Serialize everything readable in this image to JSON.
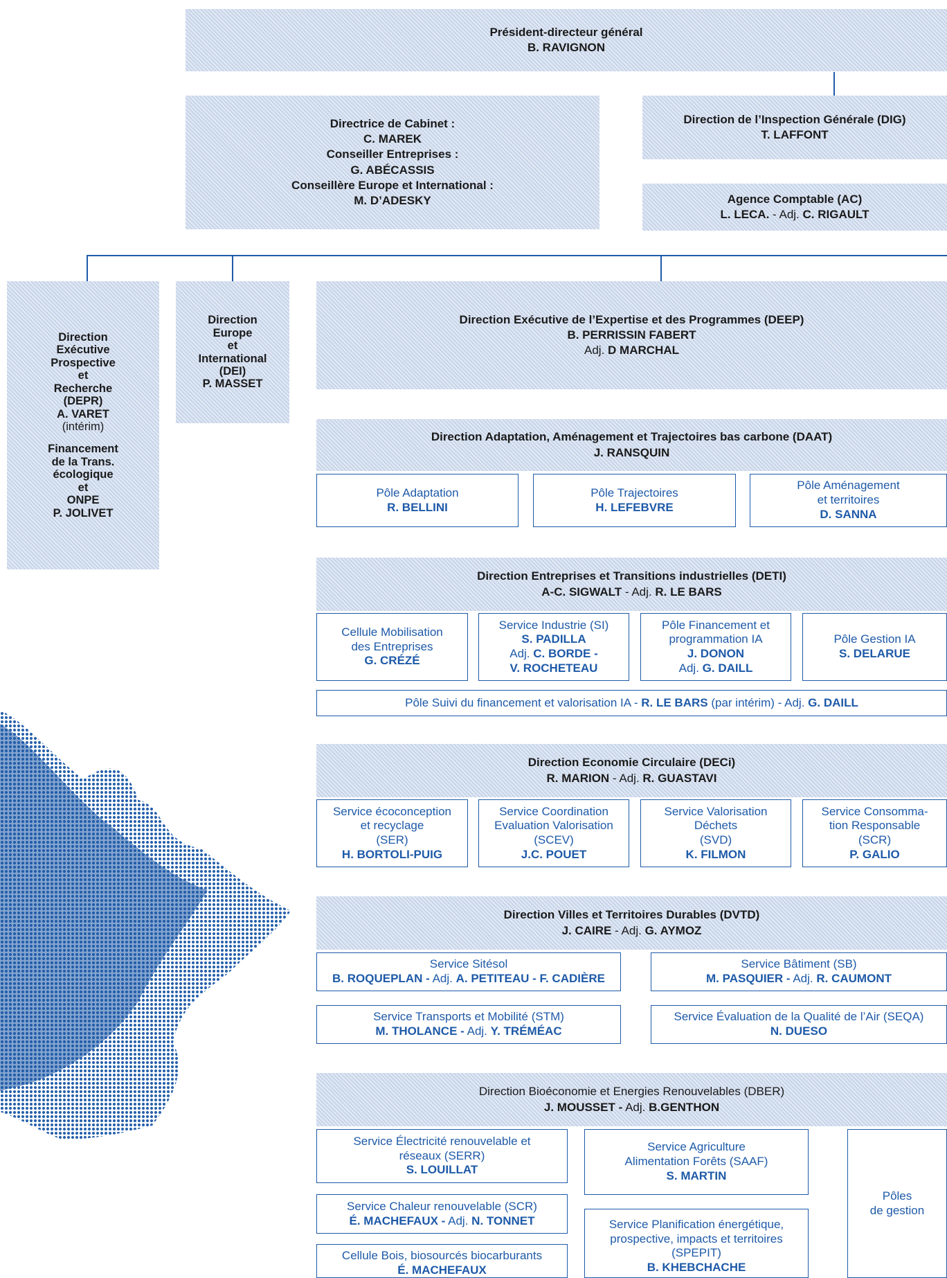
{
  "pdg": {
    "title": "Président-directeur général",
    "name": "B. RAVIGNON"
  },
  "cabinet": {
    "l1": "Directrice de Cabinet :",
    "l2": "C. MAREK",
    "l3": "Conseiller Entreprises :",
    "l4": "G. ABÉCASSIS",
    "l5": "Conseillère Europe et International :",
    "l6": "M. D’ADESKY"
  },
  "dig": {
    "title": "Direction de l’Inspection Générale (DIG)",
    "name": "T. LAFFONT"
  },
  "ac": {
    "title": "Agence Comptable (AC)",
    "name": "L. LECA.",
    "sep": " - ",
    "adj": "Adj.",
    "adj_name": "C. RIGAULT"
  },
  "depr": {
    "t1": "Direction",
    "t2": "Exécutive",
    "t3": "Prospective",
    "t4": "et",
    "t5": "Recherche",
    "t6": "(DEPR)",
    "name": "A. VARET",
    "note": "(intérim)",
    "f1": "Financement",
    "f2": "de la Trans.",
    "f3": "écologique",
    "f4": "et",
    "f5": "ONPE",
    "name2": "P. JOLIVET"
  },
  "dei": {
    "t1": "Direction",
    "t2": "Europe",
    "t3": "et",
    "t4": "International",
    "t5": "(DEI)",
    "name": "P. MASSET"
  },
  "deep": {
    "title": "Direction Exécutive de l’Expertise et des Programmes (DEEP)",
    "name": "B. PERRISSIN FABERT",
    "adj": "Adj.",
    "adj_name": "D MARCHAL"
  },
  "daat": {
    "title": "Direction Adaptation, Aménagement et Trajectoires bas carbone (DAAT)",
    "name": "J. RANSQUIN",
    "poles": [
      {
        "l1": "Pôle Adaptation",
        "name": "R. BELLINI"
      },
      {
        "l1": "Pôle Trajectoires",
        "name": "H. LEFEBVRE"
      },
      {
        "l1": "Pôle Aménagement",
        "l2": "et territoires",
        "name": "D. SANNA"
      }
    ]
  },
  "deti": {
    "title": "Direction Entreprises et Transitions industrielles (DETI)",
    "name": "A-C. SIGWALT",
    "sep": " - ",
    "adj": "Adj.",
    "adj_name": "R. LE BARS",
    "units": [
      {
        "l1": "Cellule Mobilisation",
        "l2": "des Entreprises",
        "name": "G. CRÉZÉ"
      },
      {
        "l1": "Service Industrie (SI)",
        "name": "S. PADILLA",
        "adj": "Adj.",
        "adj_name": "C. BORDE -",
        "name2": "V. ROCHETEAU"
      },
      {
        "l1": "Pôle Financement et",
        "l2": "programmation IA",
        "name": "J. DONON",
        "adj": "Adj.",
        "adj_name": "G. DAILL"
      },
      {
        "l1": "Pôle Gestion IA",
        "name": "S. DELARUE"
      }
    ],
    "suivi": {
      "l1": "Pôle Suivi du financement et valorisation IA - ",
      "name": "R. LE BARS",
      "mid": " (par intérim) - Adj. ",
      "adj_name": "G. DAILL"
    }
  },
  "deci": {
    "title": "Direction Economie Circulaire (DECi)",
    "name": "R. MARION",
    "sep": " - ",
    "adj": "Adj.",
    "adj_name": "R. GUASTAVI",
    "units": [
      {
        "l1": "Service écoconception",
        "l2": "et recyclage",
        "l3": "(SER)",
        "name": "H. BORTOLI-PUIG"
      },
      {
        "l1": "Service Coordination",
        "l2": "Evaluation Valorisation",
        "l3": "(SCEV)",
        "name": "J.C. POUET"
      },
      {
        "l1": "Service Valorisation",
        "l2": "Déchets",
        "l3": "(SVD)",
        "name": "K. FILMON"
      },
      {
        "l1": "Service Consomma-",
        "l2": "tion Responsable",
        "l3": "(SCR)",
        "name": "P. GALIO"
      }
    ]
  },
  "dvtd": {
    "title": "Direction Villes et Territoires Durables (DVTD)",
    "name": "J. CAIRE",
    "sep": " - ",
    "adj": "Adj.",
    "adj_name": "G. AYMOZ",
    "units": [
      {
        "l1": "Service Sitésol",
        "name": "B. ROQUEPLAN -",
        "adj": "Adj.",
        "adj_name": "A. PETITEAU - F. CADIÈRE"
      },
      {
        "l1": "Service Bâtiment (SB)",
        "name": "M. PASQUIER -",
        "adj": "Adj.",
        "adj_name": "R. CAUMONT"
      },
      {
        "l1": "Service Transports et Mobilité (STM)",
        "name": "M. THOLANCE -",
        "adj": "Adj.",
        "adj_name": "Y. TRÉMÉAC"
      },
      {
        "l1": "Service Évaluation de la Qualité de l’Air (SEQA)",
        "name": "N. DUESO"
      }
    ]
  },
  "dber": {
    "title": "Direction Bioéconomie et Energies Renouvelables (DBER)",
    "name": "J. MOUSSET -",
    "adj": "Adj.",
    "adj_name": "B.GENTHON",
    "units": [
      {
        "l1": "Service Électricité renouvelable et",
        "l2": "réseaux (SERR)",
        "name": "S. LOUILLAT"
      },
      {
        "l1": "Service Chaleur renouvelable (SCR)",
        "name": "É. MACHEFAUX -",
        "adj": "Adj.",
        "adj_name": "N. TONNET"
      },
      {
        "l1": "Cellule Bois, biosourcés biocarburants",
        "name": "É. MACHEFAUX"
      },
      {
        "l1": "Service Agriculture",
        "l2": "Alimentation Forêts (SAAF)",
        "name": "S. MARTIN"
      },
      {
        "l1": "Service Planification énergétique,",
        "l2": "prospective, impacts et territoires",
        "l3": "(SPEPIT)",
        "name": "B. KHEBCHACHE"
      },
      {
        "l1": "Pôles",
        "l2": "de gestion"
      }
    ]
  },
  "colors": {
    "primary": "#1e5aa8",
    "hatch": "#c9d6ea",
    "text": "#1a1a1a"
  }
}
